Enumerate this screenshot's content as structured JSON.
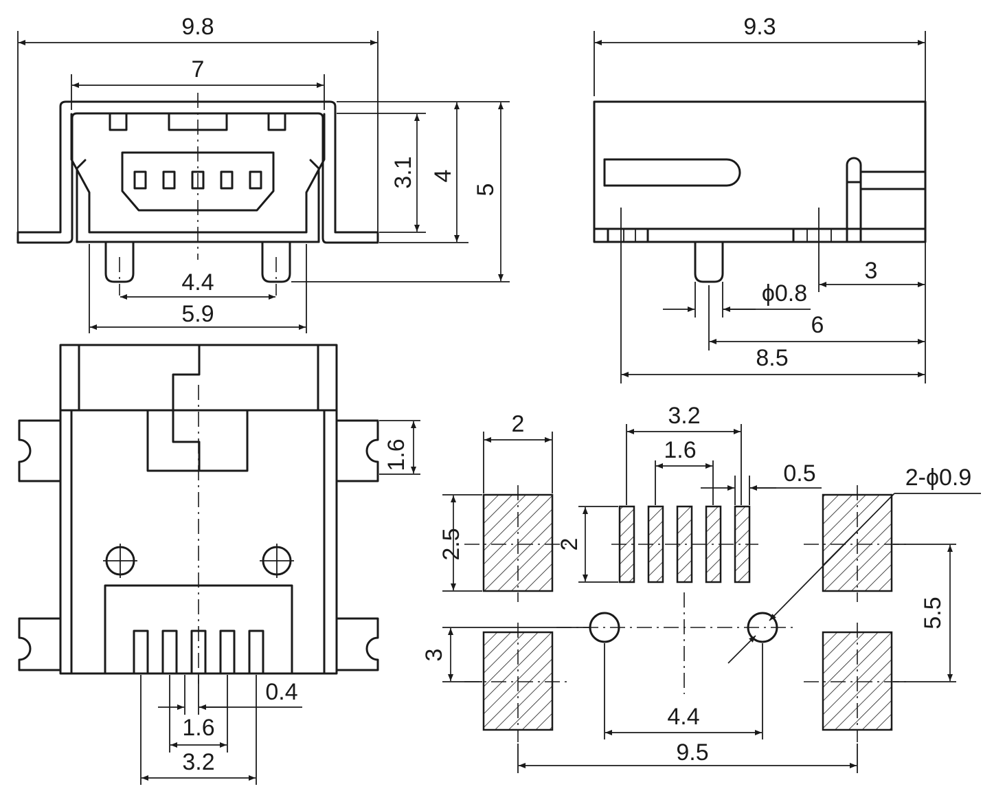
{
  "front_view": {
    "overall_width": "9.8",
    "inner_width": "7",
    "height_shell": "3.1",
    "height_body": "4",
    "height_total": "5",
    "peg_spacing": "4.4",
    "peg_outer_span": "5.9"
  },
  "side_view": {
    "overall_width": "9.3",
    "edge_offset": "3",
    "peg_diameter": "ϕ0.8",
    "to_peg": "6",
    "depth": "8.5"
  },
  "top_view": {
    "tab_width": "1.6",
    "pin_width": "0.4",
    "pin_pitch": "1.6",
    "pin_span": "3.2"
  },
  "pcb_layout": {
    "pad_width": "2",
    "pad_height_top": "2.5",
    "pad_height_bottom": "3",
    "signal_span": "3.2",
    "signal_pitch": "1.6",
    "signal_width": "0.5",
    "signal_length": "2",
    "hole_callout": "2-ϕ0.9",
    "vertical_pitch": "5.5",
    "hole_spacing": "4.4",
    "pad_spacing": "9.5"
  }
}
